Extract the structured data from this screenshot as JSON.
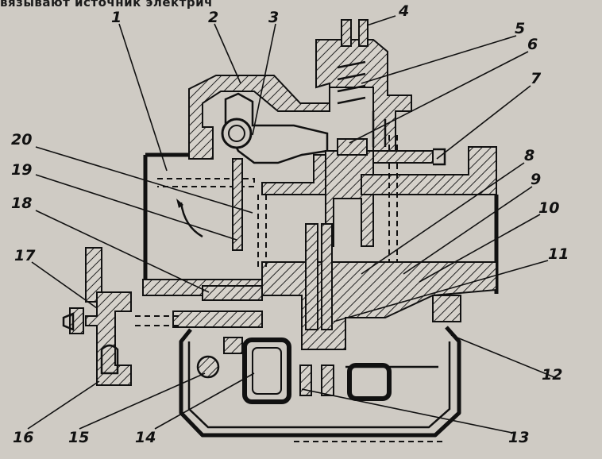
{
  "header_text": "вязывают источник электрич",
  "callouts": [
    "1",
    "2",
    "3",
    "4",
    "5",
    "6",
    "7",
    "8",
    "9",
    "10",
    "11",
    "12",
    "13",
    "14",
    "15",
    "16",
    "17",
    "18",
    "19",
    "20"
  ]
}
